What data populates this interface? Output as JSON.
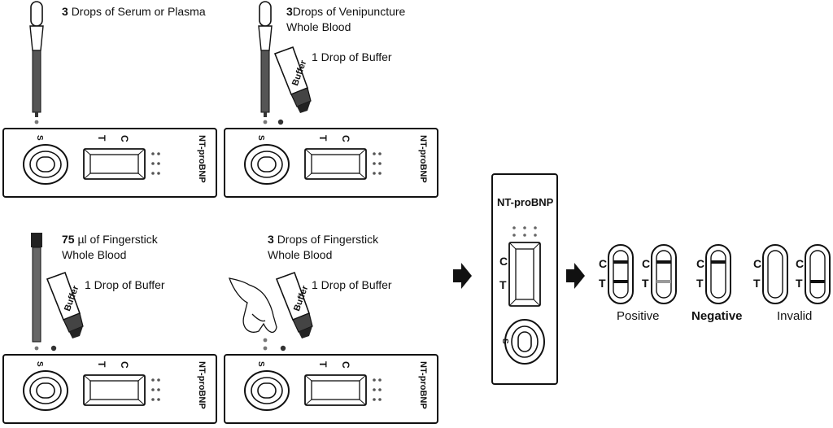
{
  "steps": [
    {
      "count": "3",
      "text": "Drops of Serum or Plasma",
      "line2": "",
      "buffer": ""
    },
    {
      "count": "3",
      "text": "Drops of Venipuncture",
      "line2": "Whole Blood",
      "buffer": "1 Drop of Buffer"
    },
    {
      "count": "75",
      "text": "µl of Fingerstick",
      "line2": "Whole Blood",
      "buffer": "1 Drop of Buffer"
    },
    {
      "count": "3",
      "text": "Drops of Fingerstick",
      "line2": "Whole Blood",
      "buffer": "1 Drop of Buffer"
    }
  ],
  "device": {
    "name": "NT-proBNP",
    "sample_mark": "S",
    "t_mark": "T",
    "c_mark": "C",
    "buffer_text": "Buffer"
  },
  "big_device": {
    "name": "NT-proBNP",
    "c_mark": "C",
    "t_mark": "T",
    "sample_mark": "S"
  },
  "results": {
    "positive": "Positive",
    "negative": "Negative",
    "invalid": "Invalid",
    "c_mark": "C",
    "t_mark": "T"
  },
  "colors": {
    "ink": "#111111",
    "sample": "#555555",
    "faint_line": "#9a9a9a"
  }
}
